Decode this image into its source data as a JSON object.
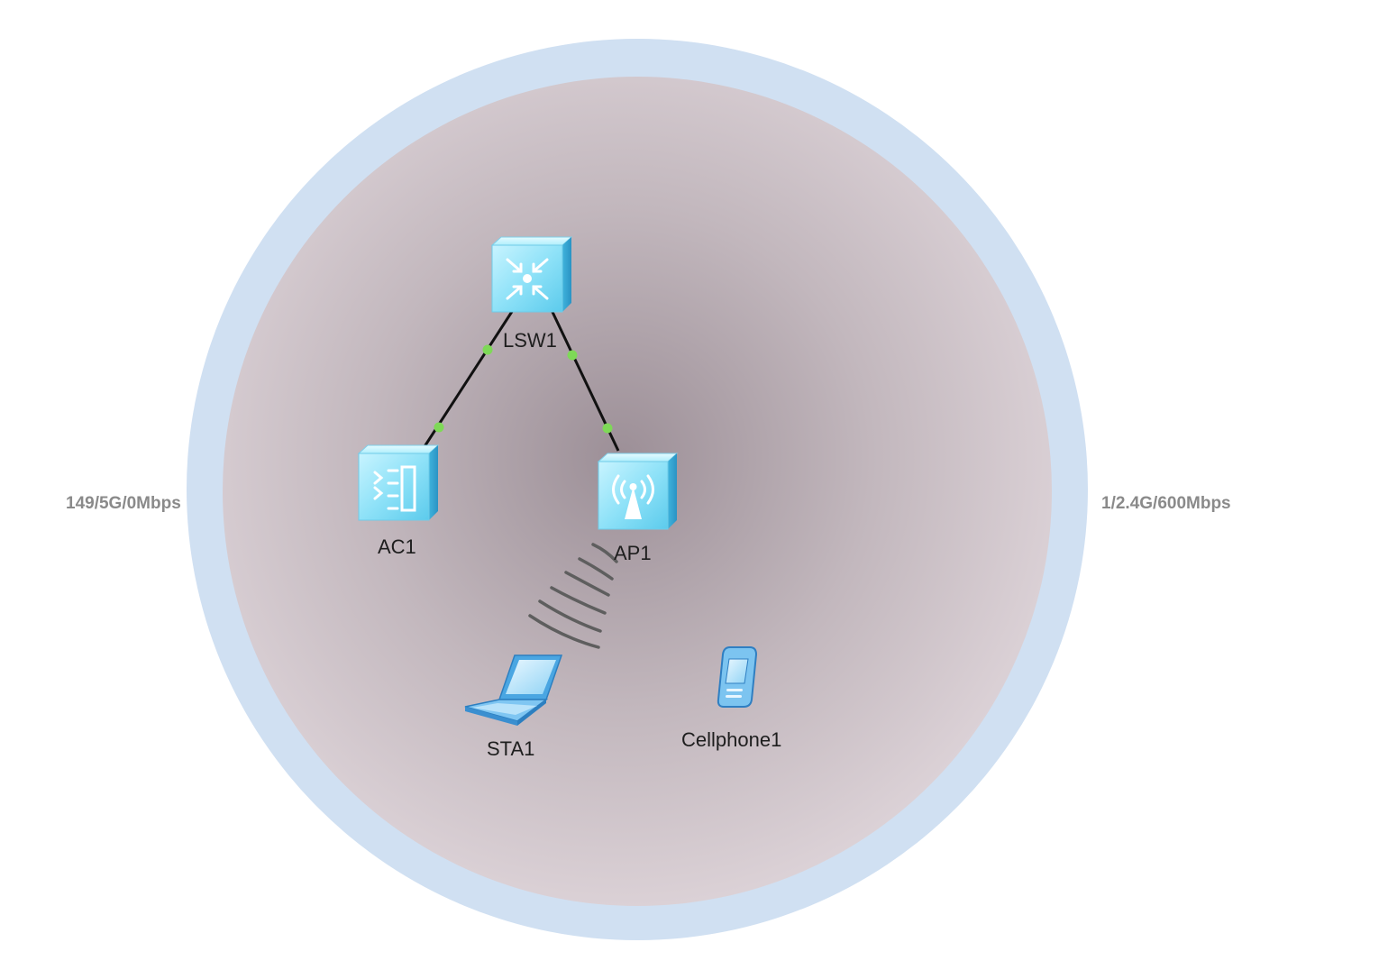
{
  "radio": {
    "left_label": "149/5G/0Mbps",
    "right_label": "1/2.4G/600Mbps"
  },
  "devices": {
    "lsw1": {
      "label": "LSW1",
      "icon": "switch-icon"
    },
    "ac1": {
      "label": "AC1",
      "icon": "access-controller-icon"
    },
    "ap1": {
      "label": "AP1",
      "icon": "access-point-icon"
    },
    "sta1": {
      "label": "STA1",
      "icon": "laptop-icon"
    },
    "cellphone1": {
      "label": "Cellphone1",
      "icon": "cellphone-icon"
    }
  },
  "links": [
    {
      "from": "LSW1",
      "to": "AC1"
    },
    {
      "from": "LSW1",
      "to": "AP1"
    }
  ],
  "colors": {
    "coverage_outer": "#d0e0f2",
    "coverage_inner": "#9e9198",
    "device_face": "#9fe6fa",
    "link": "#111111",
    "port": "#7ed957",
    "wireless": "#5a5a5a"
  }
}
